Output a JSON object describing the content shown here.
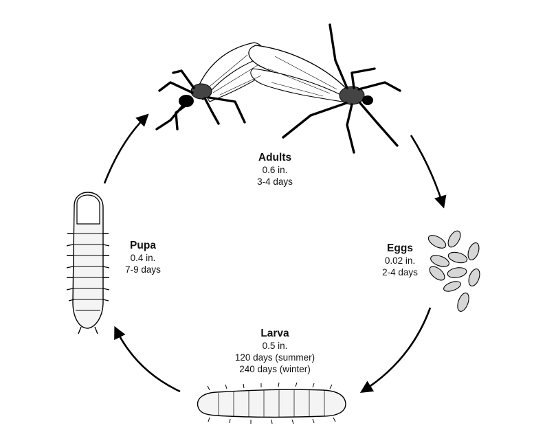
{
  "stages": {
    "adults": {
      "name": "Adults",
      "size": "0.6 in.",
      "duration": "3-4 days"
    },
    "eggs": {
      "name": "Eggs",
      "size": "0.02 in.",
      "duration": "2-4 days"
    },
    "larva": {
      "name": "Larva",
      "size": "0.5 in.",
      "duration_summer": "120 days (summer)",
      "duration_winter": "240 days (winter)"
    },
    "pupa": {
      "name": "Pupa",
      "size": "0.4 in.",
      "duration": "7-9 days"
    }
  }
}
